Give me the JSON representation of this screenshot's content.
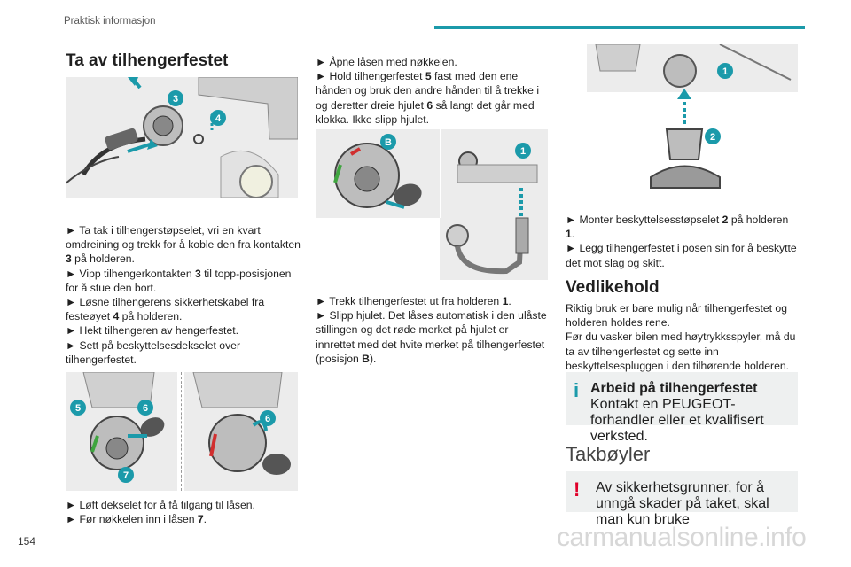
{
  "header": {
    "title": "Praktisk informasjon"
  },
  "page_number": "154",
  "watermark": "carmanualsonline.info",
  "colors": {
    "accent": "#1b9aaa",
    "warning": "#e0002a",
    "callout_bg": "#eef0f0"
  },
  "col1": {
    "heading": "Ta av tilhengerfestet",
    "steps": [
      {
        "pre": "► Ta tak i tilhengerstøpselet, vri en kvart omdreining og trekk for å koble den fra kontakten ",
        "bold": "3",
        "post": " på holderen."
      },
      {
        "pre": "► Vipp tilhengerkontakten ",
        "bold": "3",
        "post": " til topp-posisjonen for å stue den bort."
      },
      {
        "pre": "► Løsne tilhengerens sikkerhetskabel fra festeøyet ",
        "bold": "4",
        "post": " på holderen."
      },
      {
        "pre": "► Hekt tilhengeren av hengerfestet.",
        "bold": "",
        "post": ""
      },
      {
        "pre": "► Sett på beskyttelsesdekselet over tilhengerfestet.",
        "bold": "",
        "post": ""
      }
    ],
    "steps2": [
      {
        "pre": "► Løft dekselet for å få tilgang til låsen.",
        "bold": "",
        "post": ""
      },
      {
        "pre": "► Før nøkkelen inn i låsen ",
        "bold": "7",
        "post": "."
      }
    ],
    "fig1_markers": [
      "3",
      "4"
    ],
    "fig2_markers": [
      "5",
      "6",
      "7",
      "6"
    ]
  },
  "col2": {
    "steps": [
      {
        "pre": "► Åpne låsen med nøkkelen.",
        "bold": "",
        "post": ""
      },
      {
        "pre": "► Hold tilhengerfestet ",
        "bold": "5",
        "post": " fast med den ene hånden og bruk den andre hånden til å trekke i og deretter dreie hjulet "
      },
      {
        "pre": "",
        "bold": "6",
        "post": " så langt det går med klokka. Ikke slipp hjulet."
      }
    ],
    "steps2": [
      {
        "pre": "► Trekk tilhengerfestet ut fra holderen ",
        "bold": "1",
        "post": "."
      },
      {
        "pre": "► Slipp hjulet. Det låses automatisk i den ulåste stillingen og det røde merket på hjulet er innrettet med det hvite merket på tilhengerfestet (posisjon ",
        "bold": "B",
        "post": ")."
      }
    ],
    "fig_markers": [
      "B",
      "1"
    ]
  },
  "col3": {
    "steps": [
      {
        "pre": "► Monter beskyttelsesstøpselet ",
        "bold": "2",
        "post": " på holderen "
      },
      {
        "pre": "",
        "bold": "1",
        "post": "."
      },
      {
        "pre": "► Legg tilhengerfestet i posen sin for å beskytte det mot slag og skitt.",
        "bold": "",
        "post": ""
      }
    ],
    "fig_markers": [
      "1",
      "2"
    ],
    "heading": "Vedlikehold",
    "maint_lines": [
      "Riktig bruk er bare mulig når tilhengerfestet og holderen holdes rene.",
      "Før du vasker bilen med høytrykksspyler, må du ta av tilhengerfestet og sette inn beskyttelsespluggen i den tilhørende holderen."
    ],
    "info": {
      "mark": "i",
      "title": "Arbeid på tilhengerfestet",
      "text": "Kontakt en PEUGEOT-forhandler eller et kvalifisert verksted."
    },
    "heading2": "Takbøyler",
    "warn": {
      "mark": "!",
      "text": "Av sikkerhetsgrunner, for å unngå skader på taket, skal man kun bruke"
    }
  }
}
